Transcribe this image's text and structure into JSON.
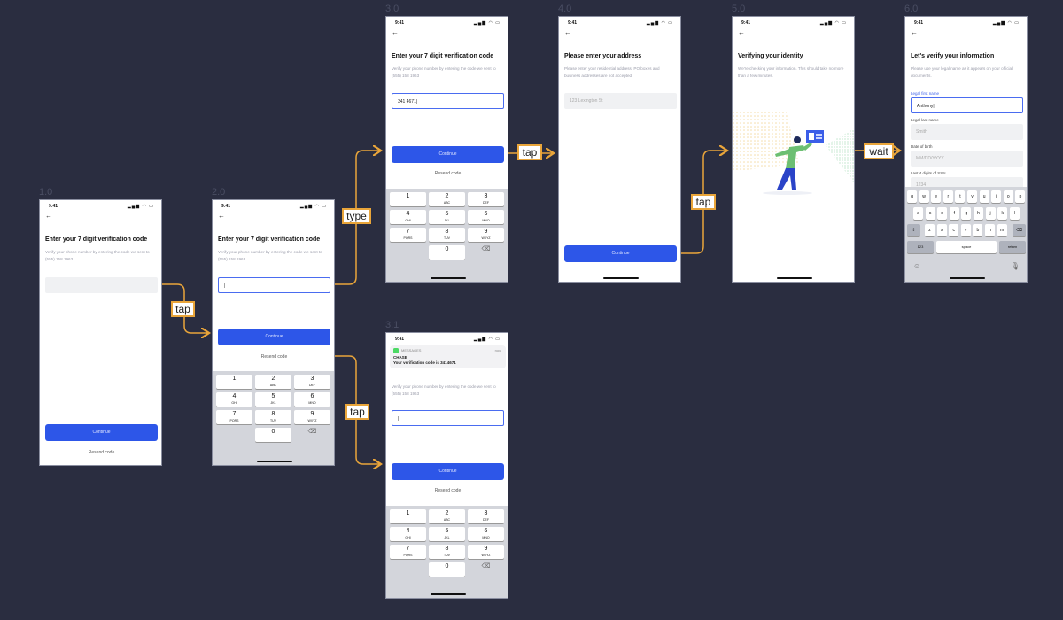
{
  "screens": {
    "s1": {
      "label": "1.0",
      "time": "9:41",
      "title": "Enter your 7 digit verification code",
      "subtitle": "Verify your phone number by entering the code we sent to (555) 158 1963",
      "input_value": "",
      "continue": "Continue",
      "resend": "Resend code"
    },
    "s2": {
      "label": "2.0",
      "time": "9:41",
      "title": "Enter your 7 digit verification code",
      "subtitle": "Verify your phone number by entering the code we sent to (555) 158 1963",
      "input_value": "|",
      "continue": "Continue",
      "resend": "Resend code"
    },
    "s3": {
      "label": "3.0",
      "time": "9:41",
      "title": "Enter your 7 digit verification code",
      "subtitle": "Verify your phone number by entering the code we sent to (555) 158 1963",
      "input_value": "341 4671|",
      "continue": "Continue",
      "resend": "Resend code"
    },
    "s31": {
      "label": "3.1",
      "time": "9:41",
      "notif_app": "MESSAGES",
      "notif_time": "now",
      "notif_sender": "CHASE",
      "notif_body": "Your verification code is 3414671",
      "subtitle": "Verify your phone number by entering the code we sent to (555) 158 1963",
      "input_value": "|",
      "continue": "Continue",
      "resend": "Resend code"
    },
    "s4": {
      "label": "4.0",
      "time": "9:41",
      "title": "Please enter your address",
      "subtitle": "Please enter your residential address. PO boxes and business addresses are not accepted.",
      "input_placeholder": "123 Lexington St",
      "continue": "Continue"
    },
    "s5": {
      "label": "5.0",
      "time": "9:41",
      "title": "Verifying your identity",
      "subtitle": "We're checking your information. This should take no more than a few minutes."
    },
    "s6": {
      "label": "6.0",
      "time": "9:41",
      "title": "Let's verify your information",
      "subtitle": "Please use your legal name as it appears on your official documents.",
      "fields": [
        {
          "label": "Legal first name",
          "value": "Anthony|"
        },
        {
          "label": "Legal last name",
          "value": "Smith"
        },
        {
          "label": "Date of birth",
          "value": "MM/DD/YYYY"
        },
        {
          "label": "Last 4 digits of SSN",
          "value": "1234"
        }
      ],
      "keyboard": {
        "row1": [
          "q",
          "w",
          "e",
          "r",
          "t",
          "y",
          "u",
          "i",
          "o",
          "p"
        ],
        "row2": [
          "a",
          "s",
          "d",
          "f",
          "g",
          "h",
          "j",
          "k",
          "l"
        ],
        "row3": [
          "z",
          "x",
          "c",
          "v",
          "b",
          "n",
          "m"
        ],
        "space": "space",
        "return": "return",
        "numbers": "123"
      }
    }
  },
  "keypad": [
    {
      "d": "1",
      "l": ""
    },
    {
      "d": "2",
      "l": "ABC"
    },
    {
      "d": "3",
      "l": "DEF"
    },
    {
      "d": "4",
      "l": "GHI"
    },
    {
      "d": "5",
      "l": "JKL"
    },
    {
      "d": "6",
      "l": "MNO"
    },
    {
      "d": "7",
      "l": "PQRS"
    },
    {
      "d": "8",
      "l": "TUV"
    },
    {
      "d": "9",
      "l": "WXYZ"
    },
    {
      "d": "0",
      "l": ""
    }
  ],
  "connectors": {
    "t1": "tap",
    "t2": "type",
    "t3": "tap",
    "t4": "tap",
    "t5": "tap",
    "t6": "wait"
  },
  "colors": {
    "background": "#2a2d40",
    "connector": "#e9a53a",
    "primary": "#2d56e8"
  }
}
